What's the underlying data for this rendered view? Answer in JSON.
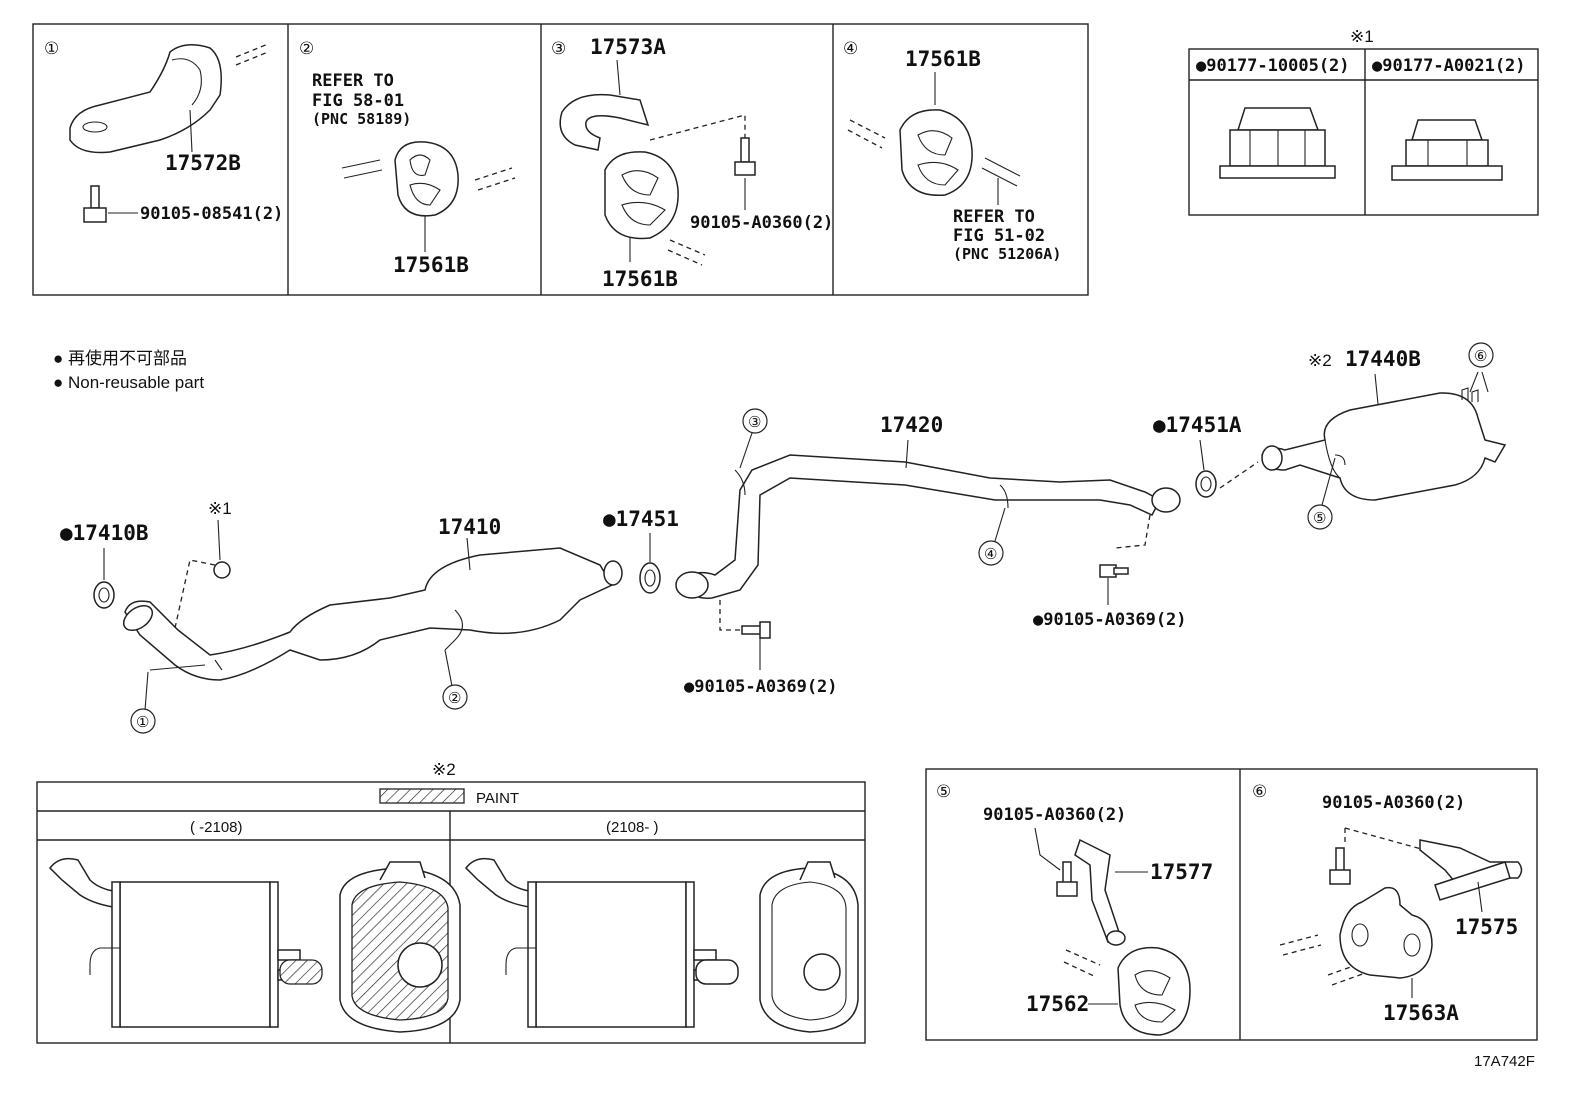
{
  "insets": [
    {
      "num": "①",
      "parts": [
        "17572B",
        "90105-08541(2)"
      ]
    },
    {
      "num": "②",
      "refer": [
        "REFER TO",
        "FIG 58-01",
        "(PNC 58189)"
      ],
      "parts": [
        "17561B"
      ]
    },
    {
      "num": "③",
      "parts": [
        "17573A",
        "90105-A0360(2)",
        "17561B"
      ]
    },
    {
      "num": "④",
      "parts": [
        "17561B"
      ],
      "refer": [
        "REFER TO",
        "FIG 51-02",
        "(PNC 51206A)"
      ]
    }
  ],
  "nut_table": {
    "mark": "※1",
    "headers": [
      "●90177-10005(2)",
      "●90177-A0021(2)"
    ]
  },
  "legend": {
    "line1": "● 再使用不可部品",
    "line2": "● Non-reusable part"
  },
  "main": {
    "p17410b": "●17410B",
    "mark1": "※1",
    "p17410": "17410",
    "p17451": "●17451",
    "bolt_a": "●90105-A0369(2)",
    "p17420": "17420",
    "bolt_b": "●90105-A0369(2)",
    "p17451a": "●17451A",
    "mark2": "※2",
    "p17440b": "17440B",
    "c1": "①",
    "c2": "②",
    "c3": "③",
    "c4": "④",
    "c5": "⑤",
    "c6": "⑥"
  },
  "paint_box": {
    "mark": "※2",
    "paint": "PAINT",
    "col1": "(     -2108)",
    "col2": "(2108-     )"
  },
  "detail5": {
    "num": "⑤",
    "bolt": "90105-A0360(2)",
    "p1": "17577",
    "p2": "17562"
  },
  "detail6": {
    "num": "⑥",
    "bolt": "90105-A0360(2)",
    "p1": "17575",
    "p2": "17563A"
  },
  "code": "17A742F"
}
